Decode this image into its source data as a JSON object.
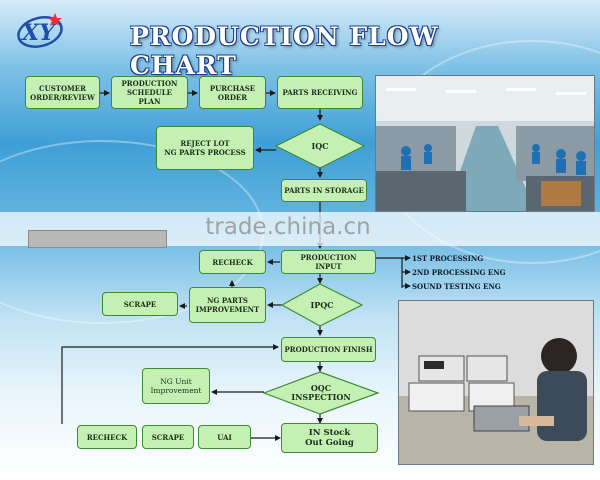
{
  "title": "PRODUCTION FLOW CHART",
  "logo": {
    "letters": "XY"
  },
  "watermark": "trade.china.cn",
  "nodes": {
    "customer_order": "CUSTOMER\nORDER/REVIEW",
    "schedule_plan": "PRODUCTION\nSCHEDULE\nPLAN",
    "purchase_order": "PURCHASE\nORDER",
    "parts_receiving": "PARTS RECEIVING",
    "reject_lot": "REJECT LOT\nNG PARTS PROCESS",
    "iqc": "IQC",
    "parts_storage": "PARTS IN STORAGE",
    "recheck_top": "RECHECK",
    "production_input": "PRODUCTION\nINPUT",
    "scrape_top": "SCRAPE",
    "ng_parts_improvement": "NG PARTS\nIMPROVEMENT",
    "ipqc": "IPQC",
    "production_finish": "PRODUCTION FINISH",
    "ng_unit_improvement": "NG Unit\nImprovement",
    "oqc": "OQC\nINSPECTION",
    "recheck_bottom": "RECHECK",
    "scrape_bottom": "SCRAPE",
    "uai": "UAI",
    "in_stock": "IN Stock\nOut Going"
  },
  "process_steps": [
    "1ST PROCESSING",
    "2ND PROCESSING ENG",
    "SOUND TESTING ENG"
  ],
  "colors": {
    "box_fill": "#c5f0b4",
    "box_border": "#3f8a35",
    "connector": "#1a1a1a",
    "title_outline": "#1b3f8a"
  }
}
